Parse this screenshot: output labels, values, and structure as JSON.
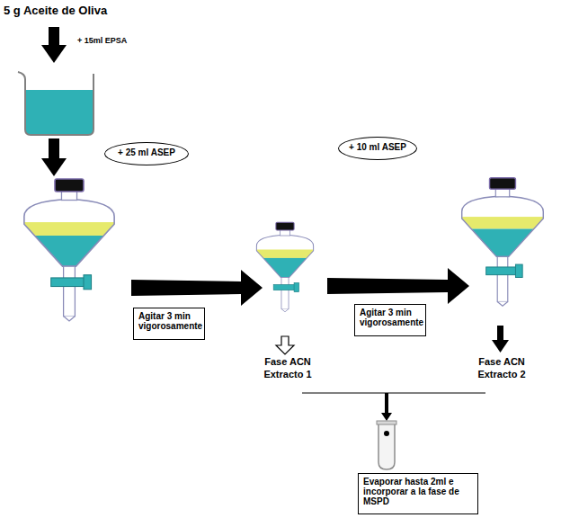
{
  "diagram": {
    "title": "5 g Aceite de Oliva",
    "nodes": [
      {
        "text": [
          "+ 25 ml ASEP"
        ]
      },
      {
        "text": [
          "+ 10 ml ASEP"
        ]
      },
      {
        "text": [
          "Agitar 3 min vigorosamente"
        ]
      },
      {
        "text": [
          "Agitar 3 min vigorosamente"
        ]
      },
      {
        "text": [
          "Evaporar hasta 2ml e incorporar a la fase de MSPD"
        ]
      }
    ],
    "labels": [
      "+ 15ml EPSA",
      "Fase ACN Extracto 1",
      "Fase ACN Extracto 2"
    ]
  }
}
